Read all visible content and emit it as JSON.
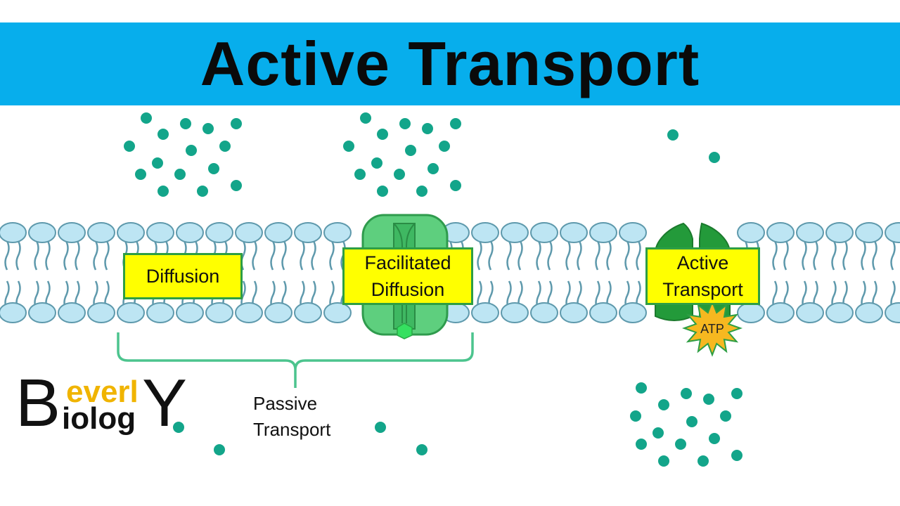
{
  "title": "Active Transport",
  "labels": {
    "diffusion": "Diffusion",
    "facilitated": "Facilitated\nDiffusion",
    "active": "Active\nTransport",
    "passive": "Passive\nTransport",
    "atp": "ATP"
  },
  "logo": {
    "first_initial": "B",
    "first_rest": "everl",
    "last_initial": "Y",
    "second_row": "iolog"
  },
  "colors": {
    "title_bar": "#07aeec",
    "molecule": "#13a58a",
    "lipid_head": "#bde5f3",
    "lipid_outline": "#5e99ac",
    "channel_protein": "#5ecf7e",
    "pump_protein": "#239a3a",
    "label_fill": "#ffff00",
    "label_border": "#2e9e44",
    "atp_star": "#f6b820",
    "logo_accent": "#f0b400"
  },
  "icons": {
    "channel": "channel-protein-icon",
    "pump": "carrier-protein-pump-icon",
    "atp": "atp-star-icon",
    "brace": "curly-brace-icon"
  }
}
